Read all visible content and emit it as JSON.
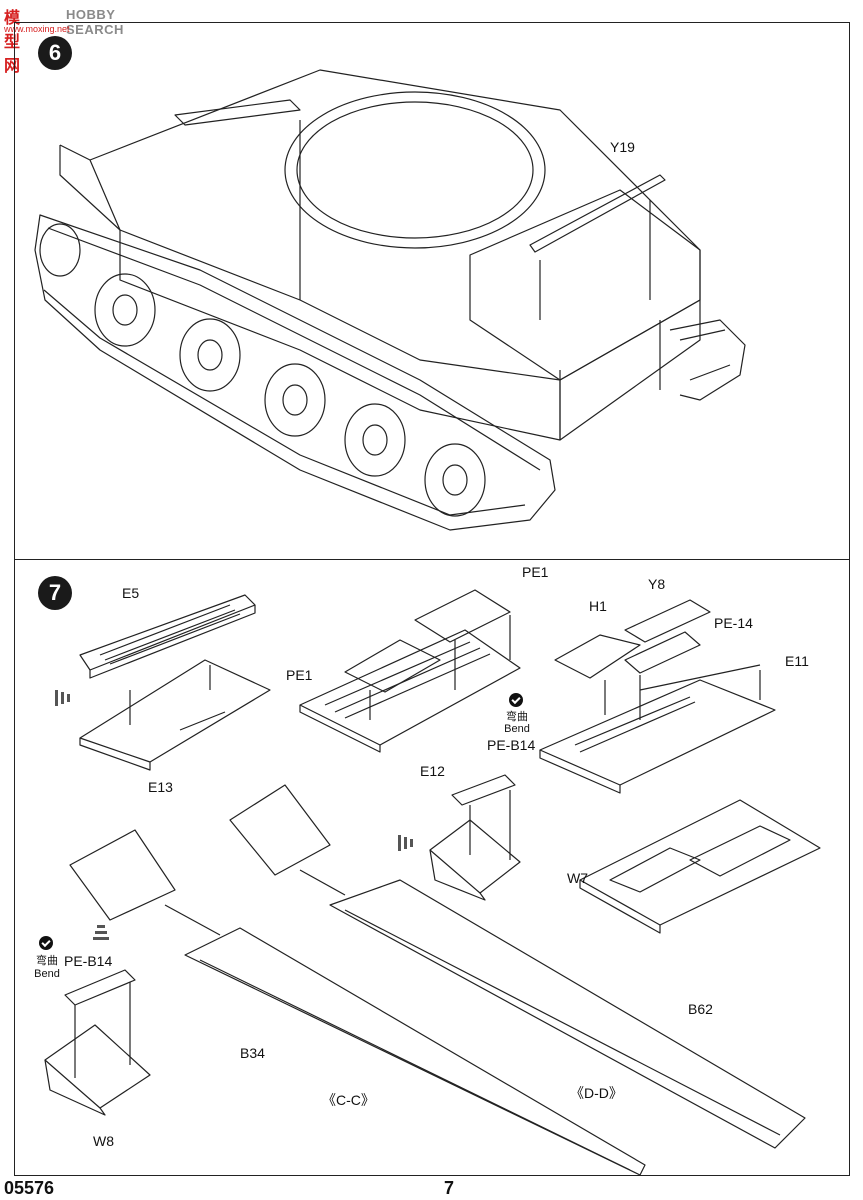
{
  "watermark": {
    "logo": "模型网",
    "word": "HOBBY SEARCH",
    "url": "www.moxing.net"
  },
  "steps": {
    "six": "6",
    "seven": "7"
  },
  "step6": {
    "labels": {
      "y19": "Y19"
    }
  },
  "step7": {
    "labels": {
      "e5": "E5",
      "e13": "E13",
      "pe1_top": "PE1",
      "pe1_left": "PE1",
      "e12": "E12",
      "h1": "H1",
      "y8": "Y8",
      "pe14": "PE-14",
      "e11": "E11",
      "bend_cn_1": "弯曲",
      "bend_en_1": "Bend",
      "peb14_1": "PE-B14",
      "w7": "W7",
      "bend_cn_2": "弯曲",
      "bend_en_2": "Bend",
      "peb14_2": "PE-B14",
      "w8": "W8",
      "b34": "B34",
      "b62": "B62",
      "cc": "《C-C》",
      "dd": "《D-D》"
    }
  },
  "footer": {
    "code": "05576",
    "page": "7"
  },
  "icons": [
    "check-bend-icon",
    "arrow-indicator-icon"
  ],
  "colors": {
    "ink": "#111111",
    "watermark_red": "#d62020",
    "watermark_gray": "#8a8a8a"
  }
}
